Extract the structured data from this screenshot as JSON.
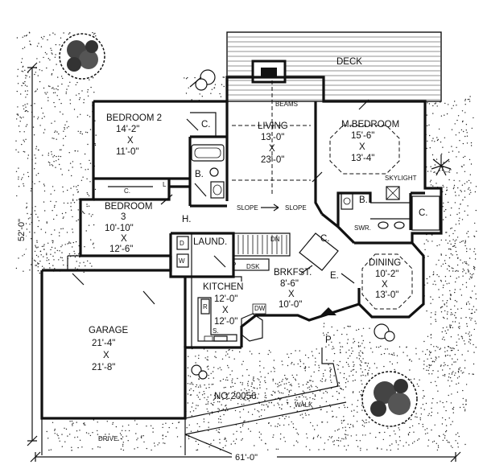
{
  "plan_number": "NO.20056",
  "dimensions": {
    "depth": "52'-0\"",
    "width": "61'-0\""
  },
  "rooms": {
    "deck": {
      "name": "DECK"
    },
    "beams": {
      "name": "BEAMS"
    },
    "living": {
      "name": "LIVING",
      "w": "13'-0\"",
      "x": "X",
      "l": "23'-0\""
    },
    "master": {
      "name": "M.BEDROOM",
      "w": "15'-6\"",
      "x": "X",
      "l": "13'-4\""
    },
    "skylight": {
      "name": "SKYLIGHT"
    },
    "bedroom2": {
      "name": "BEDROOM 2",
      "w": "14'-2\"",
      "x": "X",
      "l": "11'-0\""
    },
    "bedroom3": {
      "name": "BEDROOM",
      "num": "3",
      "w": "10'-10\"",
      "x": "X",
      "l": "12'-6\""
    },
    "dining": {
      "name": "DINING",
      "w": "10'-2\"",
      "x": "X",
      "l": "13'-0\""
    },
    "kitchen": {
      "name": "KITCHEN",
      "w": "12'-0\"",
      "x": "X",
      "l": "12'-0\""
    },
    "breakfast": {
      "name": "BRKFST.",
      "w": "8'-6\"",
      "x": "X",
      "l": "10'-0\""
    },
    "garage": {
      "name": "GARAGE",
      "w": "21'-4\"",
      "x": "X",
      "l": "21'-8\""
    },
    "laundry": {
      "name": "LAUND."
    }
  },
  "labels": {
    "slope": "SLOPE",
    "hall": "H.",
    "closet": "C.",
    "bath": "B.",
    "entry": "E.",
    "porch": "P.",
    "shower": "SWR.",
    "down": "DN",
    "pantry": "P",
    "desk": "DSK",
    "dryer": "D",
    "washer": "W",
    "dishwasher": "DW",
    "refrigerator": "R",
    "sink": "S.",
    "linen": "L",
    "walk": "WALK",
    "drive": "DRIVE"
  }
}
